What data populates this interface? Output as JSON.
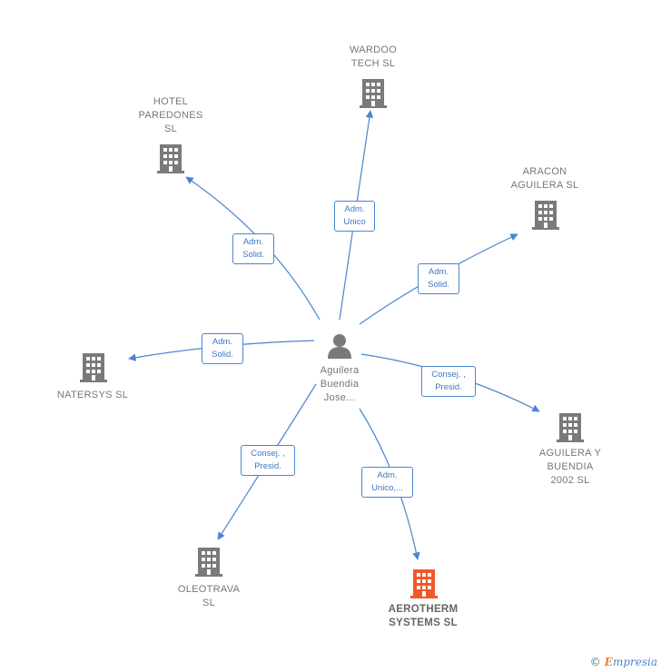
{
  "center": {
    "label": "Aguilera\nBuendia\nJose..."
  },
  "companies": [
    {
      "id": "wardoo",
      "label": "WARDOO\nTECH  SL",
      "highlight": false
    },
    {
      "id": "hotel",
      "label": "HOTEL\nPAREDONES\nSL",
      "highlight": false
    },
    {
      "id": "aracon",
      "label": "ARACON\nAGUILERA SL",
      "highlight": false
    },
    {
      "id": "natersys",
      "label": "NATERSYS  SL",
      "highlight": false
    },
    {
      "id": "aguilera2002",
      "label": "AGUILERA Y\nBUENDIA\n2002  SL",
      "highlight": false
    },
    {
      "id": "oleotrava",
      "label": "OLEOTRAVA\nSL",
      "highlight": false
    },
    {
      "id": "aerotherm",
      "label": "AEROTHERM\nSYSTEMS  SL",
      "highlight": true
    }
  ],
  "roles": [
    {
      "id": "r-wardoo",
      "label": "Adm.\nUnico"
    },
    {
      "id": "r-hotel",
      "label": "Adm.\nSolid."
    },
    {
      "id": "r-aracon",
      "label": "Adm.\nSolid."
    },
    {
      "id": "r-natersys",
      "label": "Adm.\nSolid."
    },
    {
      "id": "r-aguilera2002",
      "label": "Consej. ,\nPresid."
    },
    {
      "id": "r-oleotrava",
      "label": "Consej. ,\nPresid."
    },
    {
      "id": "r-aerotherm",
      "label": "Adm.\nUnico,..."
    }
  ],
  "colors": {
    "edge": "#4a86d0",
    "building": "#7a7a7a",
    "building_highlight": "#f05a28",
    "person": "#7a7a7a"
  },
  "watermark": {
    "symbol": "©",
    "brand_first": "E",
    "brand_rest": "mpresia"
  }
}
